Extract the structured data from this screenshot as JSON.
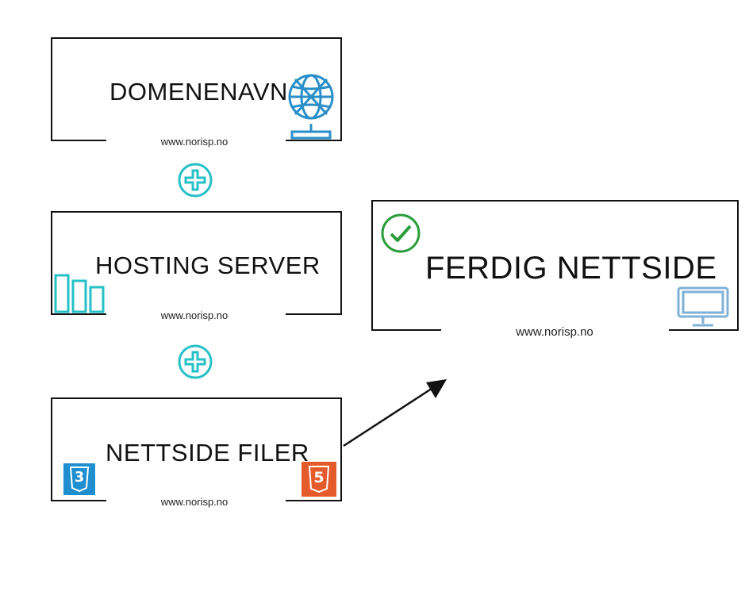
{
  "boxes": {
    "domain": {
      "title": "DOMENENAVN",
      "url": "www.norisp.no"
    },
    "hosting": {
      "title": "HOSTING SERVER",
      "url": "www.norisp.no"
    },
    "files": {
      "title": "NETTSIDE FILER",
      "url": "www.norisp.no"
    },
    "result": {
      "title": "FERDIG NETTSIDE",
      "url": "www.norisp.no"
    }
  },
  "icons": {
    "css": {
      "label": "3"
    },
    "html": {
      "label": "5"
    }
  },
  "colors": {
    "globe": "#2a8fc8",
    "plus": "#26c0c7",
    "bars": "#26c0c7",
    "check": "#2a9d3a",
    "monitor": "#7fb0d6",
    "css": "#1f8fd0",
    "html": "#e55a2b"
  }
}
